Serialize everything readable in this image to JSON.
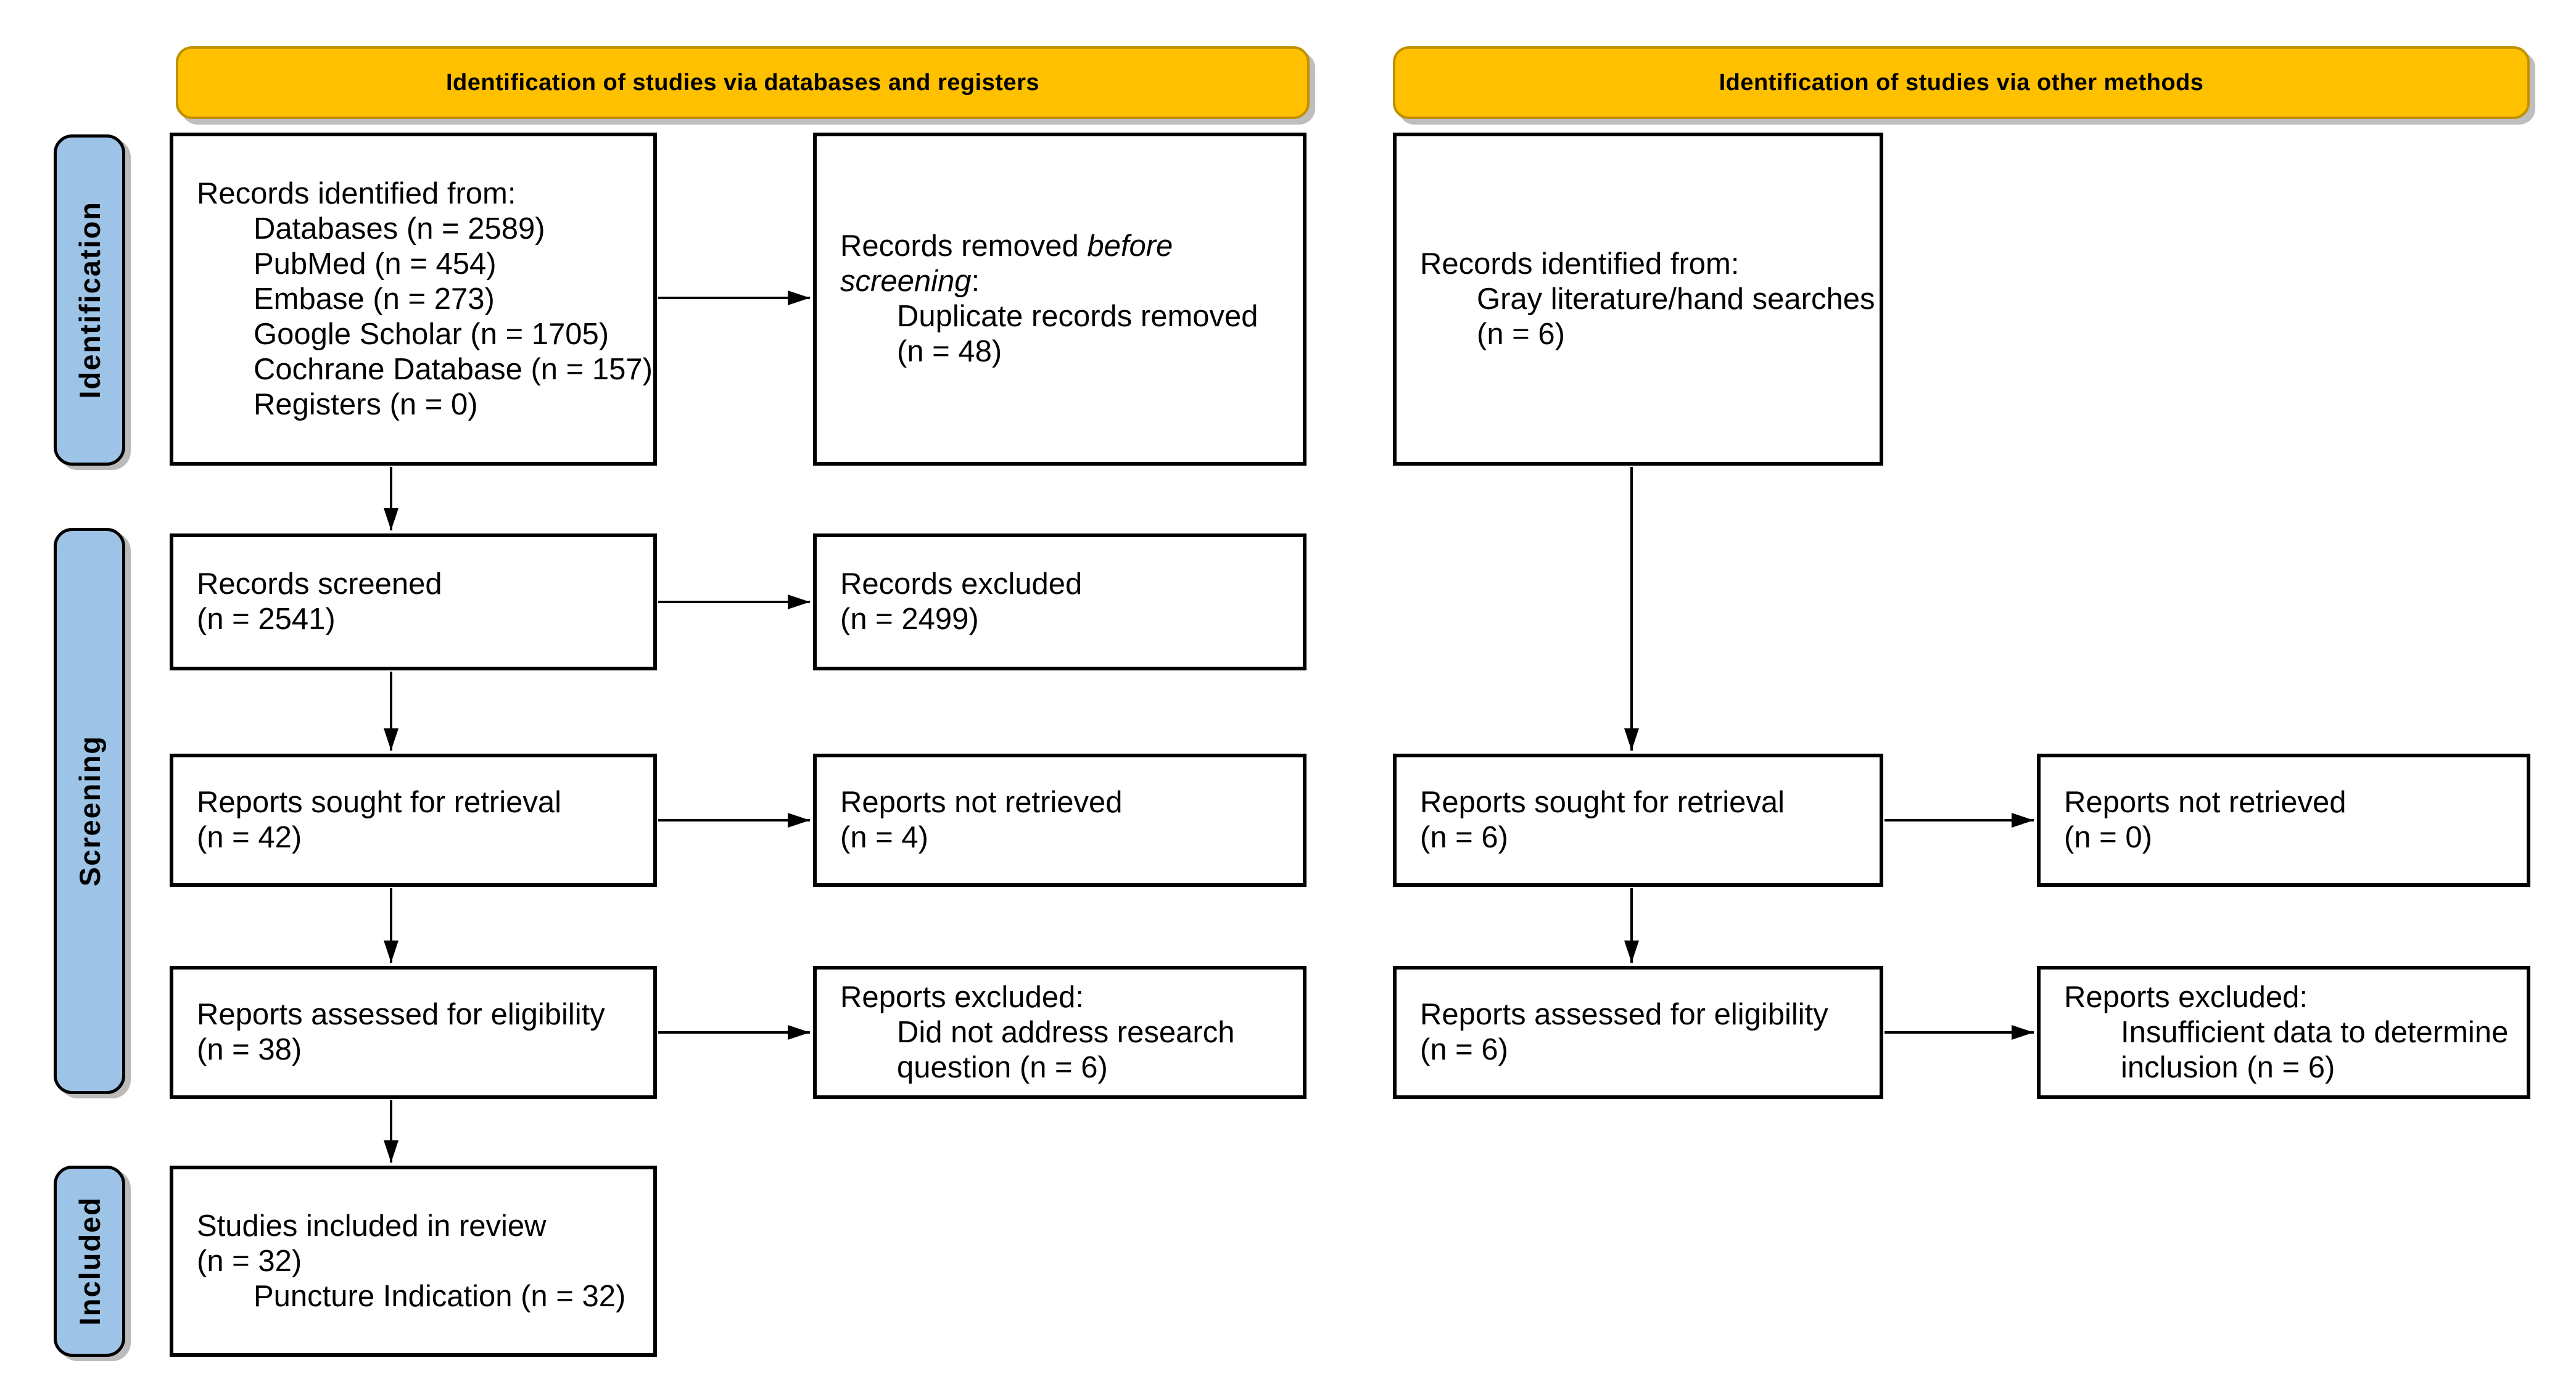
{
  "diagram_title": "PRISMA flow diagram",
  "colors": {
    "header_fill": "#FFC000",
    "header_border": "#BF9000",
    "stage_fill": "#9DC3E6",
    "box_border": "#000000",
    "background": "#FFFFFF"
  },
  "headers": {
    "databases": "Identification of studies via databases and registers",
    "other": "Identification of studies via other methods"
  },
  "stages": {
    "identification": "Identification",
    "screening": "Screening",
    "included": "Included"
  },
  "nodes": {
    "records_identified_db": {
      "lines": [
        {
          "text": "Records identified from:"
        },
        {
          "text": "Databases (n = 2589)",
          "indent": 1
        },
        {
          "text": "PubMed (n = 454)",
          "indent": 1
        },
        {
          "text": "Embase (n = 273)",
          "indent": 1
        },
        {
          "text": "Google Scholar (n = 1705)",
          "indent": 1
        },
        {
          "text": "Cochrane Database (n = 157)",
          "indent": 1
        },
        {
          "text": "Registers (n = 0)",
          "indent": 1
        }
      ]
    },
    "records_removed": {
      "lines": [
        {
          "segments": [
            {
              "text": "Records removed "
            },
            {
              "text": "before",
              "italic": true
            }
          ]
        },
        {
          "segments": [
            {
              "text": "screening",
              "italic": true
            },
            {
              "text": ":"
            }
          ]
        },
        {
          "text": "Duplicate records removed",
          "indent": 1
        },
        {
          "text": "(n = 48)",
          "indent": 1
        }
      ]
    },
    "records_identified_other": {
      "lines": [
        {
          "text": "Records identified from:"
        },
        {
          "text": "Gray literature/hand searches",
          "indent": 1
        },
        {
          "text": "(n = 6)",
          "indent": 1
        }
      ]
    },
    "records_screened": {
      "lines": [
        {
          "text": "Records screened"
        },
        {
          "text": "(n = 2541)"
        }
      ]
    },
    "records_excluded": {
      "lines": [
        {
          "text": "Records excluded"
        },
        {
          "text": "(n = 2499)"
        }
      ]
    },
    "reports_sought_db": {
      "lines": [
        {
          "text": "Reports sought for retrieval"
        },
        {
          "text": "(n = 42)"
        }
      ]
    },
    "reports_not_retrieved_db": {
      "lines": [
        {
          "text": "Reports not retrieved"
        },
        {
          "text": "(n = 4)"
        }
      ]
    },
    "reports_sought_other": {
      "lines": [
        {
          "text": "Reports sought for retrieval"
        },
        {
          "text": "(n = 6)"
        }
      ]
    },
    "reports_not_retrieved_other": {
      "lines": [
        {
          "text": "Reports not retrieved"
        },
        {
          "text": "(n = 0)"
        }
      ]
    },
    "reports_assessed_db": {
      "lines": [
        {
          "text": "Reports assessed for eligibility"
        },
        {
          "text": "(n = 38)"
        }
      ]
    },
    "reports_excluded_db": {
      "lines": [
        {
          "text": "Reports excluded:"
        },
        {
          "text": "Did not address research",
          "indent": 1
        },
        {
          "text": "question (n = 6)",
          "indent": 1
        }
      ]
    },
    "reports_assessed_other": {
      "lines": [
        {
          "text": "Reports assessed for eligibility"
        },
        {
          "text": "(n = 6)"
        }
      ]
    },
    "reports_excluded_other": {
      "lines": [
        {
          "text": "Reports excluded:"
        },
        {
          "text": "Insufficient data to determine",
          "indent": 1
        },
        {
          "text": "inclusion (n = 6)",
          "indent": 1
        }
      ]
    },
    "studies_included": {
      "lines": [
        {
          "text": "Studies included in review"
        },
        {
          "text": "(n = 32)"
        },
        {
          "text": "Puncture Indication (n = 32)",
          "indent": 1
        }
      ]
    }
  }
}
